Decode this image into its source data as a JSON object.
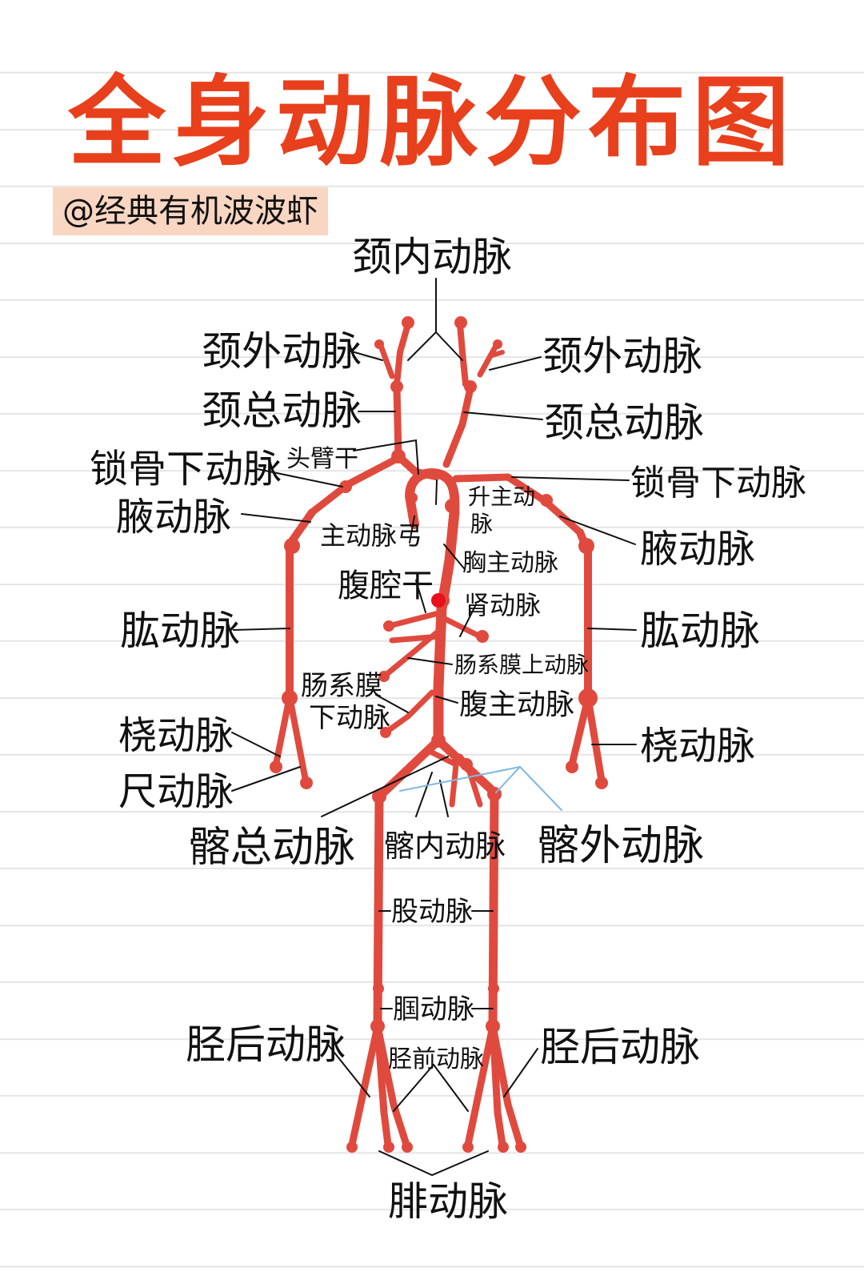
{
  "title": "全身动脉分布图",
  "credit": "@经典有机波波虾",
  "colors": {
    "title": "#e8401c",
    "artery": "#e04a3e",
    "credit_highlight": "#f9d6c2",
    "ink": "#111111",
    "leader_blue": "#7fb8e0"
  },
  "labels": {
    "internal_carotid": "颈内动脉",
    "external_carotid_left": "颈外动脉",
    "external_carotid_right": "颈外动脉",
    "common_carotid_left": "颈总动脉",
    "common_carotid_right": "颈总动脉",
    "brachiocephalic": "头臂干",
    "subclavian_left": "锁骨下动脉",
    "subclavian_right": "锁骨下动脉",
    "axillary_left": "腋动脉",
    "axillary_right": "腋动脉",
    "ascending_aorta_1": "升主动",
    "ascending_aorta_2": "脉",
    "aortic_arch": "主动脉弓",
    "thoracic_aorta": "胸主动脉",
    "celiac_trunk": "腹腔干",
    "renal": "肾动脉",
    "brachial_left": "肱动脉",
    "brachial_right": "肱动脉",
    "superior_mesenteric": "肠系膜上动脉",
    "inferior_mesenteric_1": "肠系膜",
    "inferior_mesenteric_2": "下动脉",
    "abdominal_aorta": "腹主动脉",
    "radial_left": "桡动脉",
    "radial_right": "桡动脉",
    "ulnar": "尺动脉",
    "common_iliac": "髂总动脉",
    "internal_iliac": "髂内动脉",
    "external_iliac": "髂外动脉",
    "femoral": "股动脉",
    "popliteal": "腘动脉",
    "posterior_tibial_left": "胫后动脉",
    "posterior_tibial_right": "胫后动脉",
    "anterior_tibial": "胫前动脉",
    "fibular": "腓动脉"
  }
}
